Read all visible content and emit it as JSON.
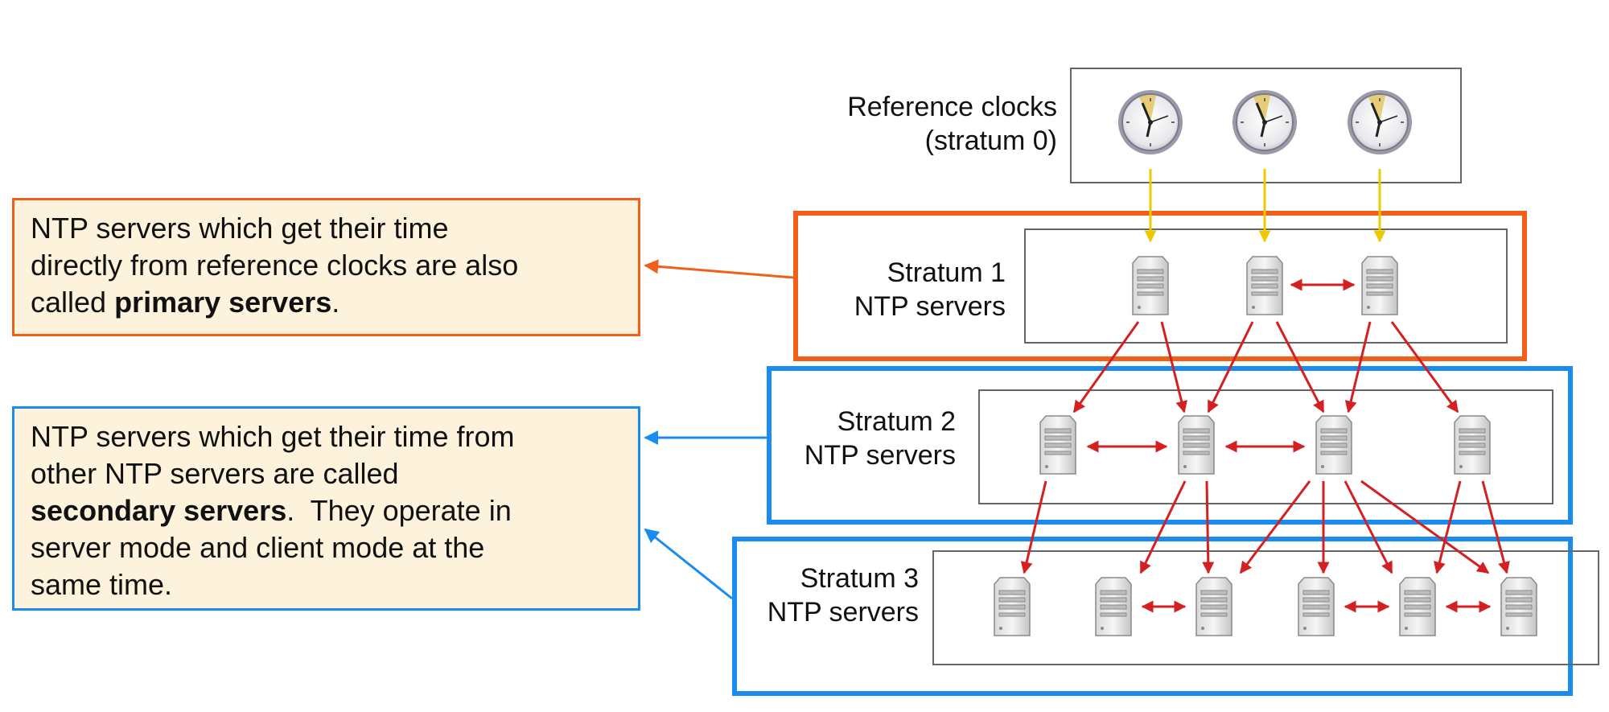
{
  "reference": {
    "label_line1": "Reference clocks",
    "label_line2": "(stratum 0)",
    "clock_count": 3
  },
  "strata": [
    {
      "level": 1,
      "label_line1": "Stratum 1",
      "label_line2": "NTP servers",
      "server_count": 3,
      "band_color": "#f0601a"
    },
    {
      "level": 2,
      "label_line1": "Stratum 2",
      "label_line2": "NTP servers",
      "server_count": 4,
      "band_color": "#1a8cf0"
    },
    {
      "level": 3,
      "label_line1": "Stratum 3",
      "label_line2": "NTP servers",
      "server_count": 6,
      "band_color": "#1a8cf0"
    }
  ],
  "callouts": {
    "primary": {
      "line1": "NTP servers which get their time",
      "line2": "directly from reference clocks are also",
      "line3_pre": "called ",
      "line3_bold": "primary servers",
      "line3_post": "."
    },
    "secondary": {
      "line1": "NTP servers which get their time from",
      "line2": "other NTP servers are called",
      "line3_bold": "secondary servers",
      "line3_post": ".  They operate in",
      "line4": "server mode and client mode at the",
      "line5": "same time."
    }
  },
  "colors": {
    "primary_accent": "#f0601a",
    "secondary_accent": "#1a8cf0",
    "clock_arrow": "#f0c800",
    "server_arrow": "#d42020",
    "callout_fill": "#fdf3dc"
  }
}
